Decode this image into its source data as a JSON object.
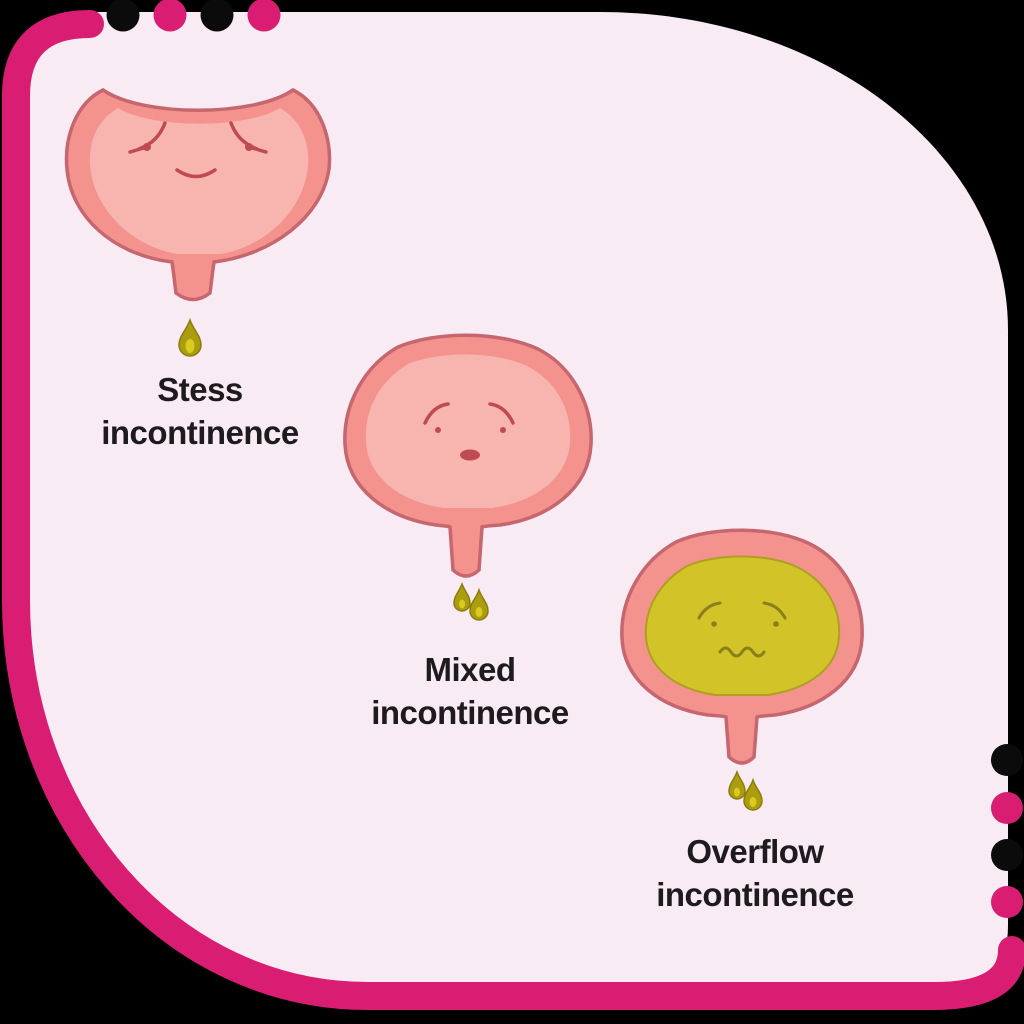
{
  "colors": {
    "backdrop": "#000000",
    "card": "#F8EBF3",
    "accent": "#D91D72",
    "dot_black": "#0B0B0B",
    "bladder_fill": "#F4938D",
    "bladder_inner": "#F8B5AF",
    "urine_drop": "#AC9C10",
    "urine_drop_highlight": "#D9CC1E",
    "urine_fill": "#D2C428",
    "text": "#1D1B1E"
  },
  "labels": {
    "stress": {
      "line1": "Stess",
      "line2": "incontinence"
    },
    "mixed": {
      "line1": "Mixed",
      "line2": "incontinence"
    },
    "overflow": {
      "line1": "Overflow",
      "line2": "incontinence"
    }
  },
  "icons": {
    "stress_bladder": "sad-bladder-single-drop-icon",
    "mixed_bladder": "sad-bladder-two-drops-icon",
    "overflow_bladder": "full-yellow-bladder-two-drops-icon",
    "decorative_dots": "accent-dot-icon"
  },
  "decorations": {
    "top_dots": [
      "black",
      "magenta",
      "black",
      "magenta"
    ],
    "right_dots": [
      "black",
      "magenta",
      "black",
      "magenta"
    ]
  }
}
